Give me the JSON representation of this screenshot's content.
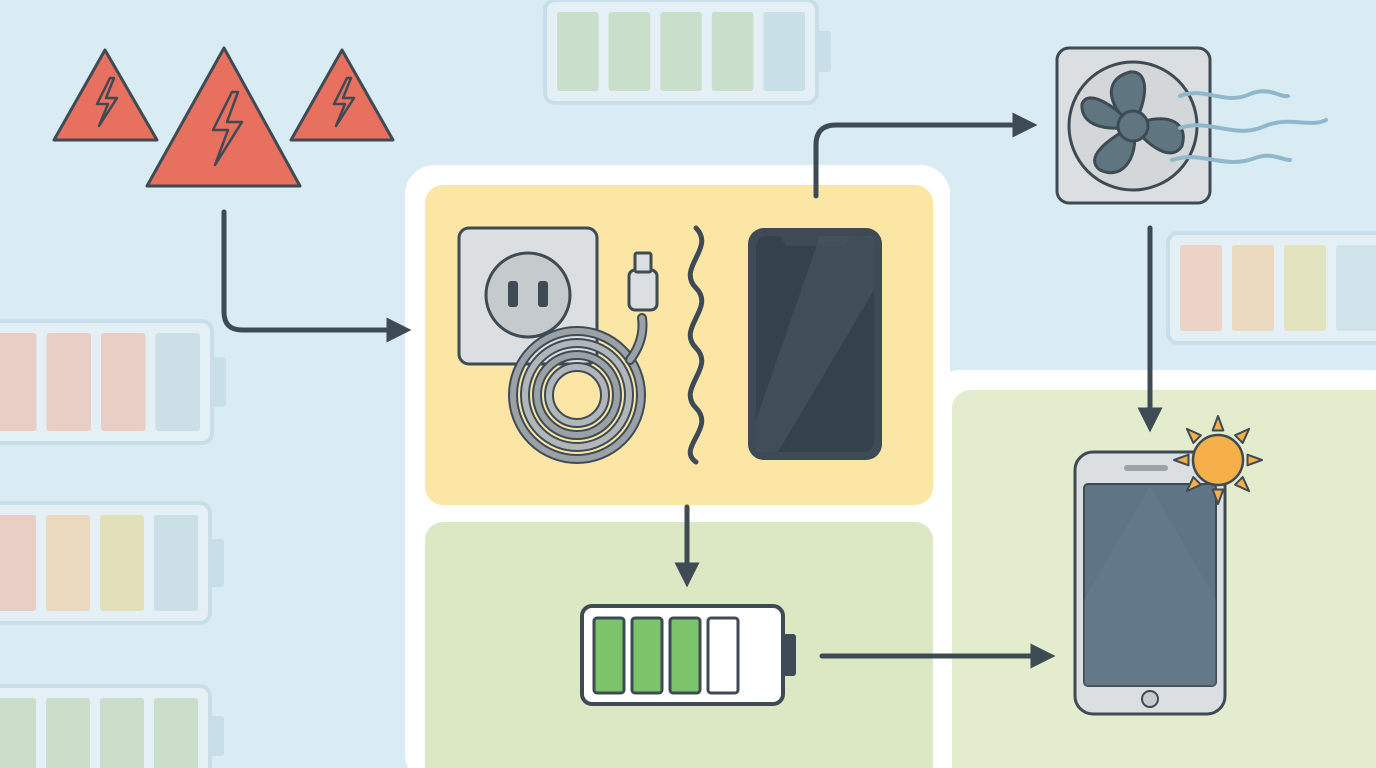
{
  "diagram": {
    "background_color": "#d9ebf3",
    "panel_colors": {
      "white_frame": "#ffffff",
      "yellow_panel": "#fbe6a6",
      "green_panel": "#dce8c4",
      "right_green_panel": "#e3edcd"
    },
    "arrow_color": "#3e4a54",
    "nodes": [
      {
        "id": "warning-triangles",
        "icon": "lightning-warning-icon",
        "count": 3,
        "color": "#e8705e"
      },
      {
        "id": "charging-setup",
        "icons": [
          "wall-outlet-icon",
          "usb-cable-icon",
          "interference-wave-icon",
          "smartphone-icon"
        ]
      },
      {
        "id": "cooling-fan",
        "icon": "fan-icon",
        "color": "#5f7680"
      },
      {
        "id": "battery-level",
        "icon": "battery-icon",
        "level": 0.75,
        "filled_cells": 3,
        "total_cells": 4,
        "color": "#7cc46a"
      },
      {
        "id": "phone-in-sun",
        "icons": [
          "smartphone-icon",
          "sun-icon"
        ],
        "sun_color": "#f6b04a"
      }
    ],
    "edges": [
      {
        "from": "warning-triangles",
        "to": "charging-setup"
      },
      {
        "from": "charging-setup",
        "to": "cooling-fan"
      },
      {
        "from": "cooling-fan",
        "to": "phone-in-sun"
      },
      {
        "from": "charging-setup",
        "to": "battery-level"
      },
      {
        "from": "battery-level",
        "to": "phone-in-sun"
      }
    ],
    "decorative_batteries": [
      {
        "cells": [
          "#c8dcc6",
          "#c8dcc6",
          "#c8dcc6",
          "#c8dcc6",
          "#c6dde6"
        ]
      },
      {
        "cells": [
          "#ecc9bd",
          "#ecc9bd",
          "#ecc9bd",
          "#c9dde6"
        ]
      },
      {
        "cells": [
          "#ecc9bd",
          "#eed7b4",
          "#e3dfb0",
          "#c9dde6"
        ]
      },
      {
        "cells": [
          "#c9dcc4",
          "#c9dcc4",
          "#c9dcc4",
          "#c9dcc4"
        ]
      },
      {
        "cells": [
          "#efcfbf",
          "#efd7b8",
          "#e6e2b6",
          "#cfe2ea"
        ]
      }
    ]
  }
}
